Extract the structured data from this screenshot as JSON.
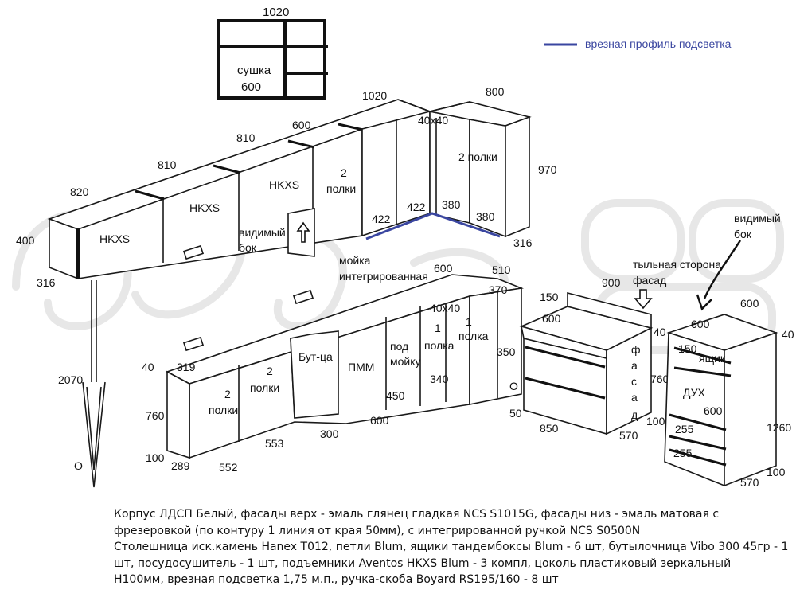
{
  "legend": {
    "text": "врезная профиль подсветка",
    "color": "#3a46a0"
  },
  "accent_color": "#3a46a0",
  "inset_drawer": {
    "width_label": "1020",
    "name": "сушка",
    "size": "600"
  },
  "upper": {
    "dims": [
      "820",
      "810",
      "810",
      "600",
      "1020",
      "800",
      "400",
      "316",
      "970",
      "316"
    ],
    "fronts": [
      "HKXS",
      "HKXS",
      "HKXS"
    ],
    "shelves": [
      "2",
      "полки",
      "2 полки"
    ],
    "inner": [
      "40x40",
      "422",
      "422",
      "380",
      "380"
    ],
    "visible_side": [
      "видимый",
      "бок"
    ]
  },
  "lower": {
    "sink": [
      "мойка",
      "интегрированная"
    ],
    "dims": [
      "600",
      "510",
      "370",
      "40x40",
      "350",
      "340",
      "450",
      "600",
      "300",
      "553",
      "552",
      "289",
      "319",
      "40",
      "760",
      "100"
    ],
    "fronts": [
      "2",
      "полки",
      "2",
      "полки",
      "Бут-ца",
      "ПММ",
      "под",
      "мойку",
      "1",
      "полка",
      "1",
      "полка"
    ]
  },
  "tall": {
    "dim": "2070"
  },
  "island": {
    "dims": [
      "900",
      "150",
      "600",
      "40",
      "760",
      "50",
      "850",
      "570",
      "100"
    ],
    "facade_vertical": [
      "ф",
      "а",
      "с",
      "а",
      "д"
    ],
    "back": [
      "тыльная сторона",
      "фасад"
    ],
    "circle": "О"
  },
  "oven": {
    "dims": [
      "600",
      "600",
      "40",
      "150",
      "600",
      "255",
      "255",
      "1260",
      "570",
      "100"
    ],
    "labels": [
      "ящик",
      "ДУХ"
    ],
    "visible_side": [
      "видимый",
      "бок"
    ]
  },
  "spec": [
    "Корпус ЛДСП Белый, фасады верх - эмаль глянец гладкая NCS S1015G, фасады низ - эмаль матовая с",
    "фрезеровкой (по контуру 1 линия от края 50мм), с интегрированной ручкой NCS S0500N",
    "Столешница иск.камень Hanex T012, петли Blum, ящики тандембоксы Blum - 6 шт, бутылочница Vibo 300 45гр - 1",
    "шт, посудосушитель - 1 шт, подъемники Aventos HKXS Blum - 3  компл, цоколь пластиковый зеркальный",
    "Н100мм,  врезная подсветка 1,75 м.п., ручка-скоба Boyard RS195/160 - 8 шт"
  ]
}
